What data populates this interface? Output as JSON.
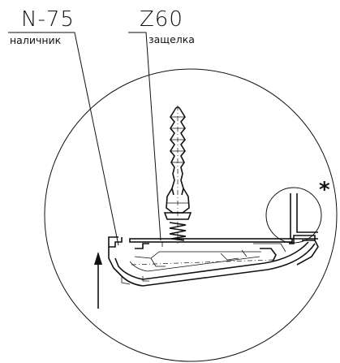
{
  "labels": {
    "trim_code": "N-75",
    "trim_name": "наличник",
    "latch_code": "Z60",
    "latch_name": "защелка",
    "detail_mark": "*"
  },
  "colors": {
    "ink": "#111111",
    "background": "#ffffff"
  }
}
